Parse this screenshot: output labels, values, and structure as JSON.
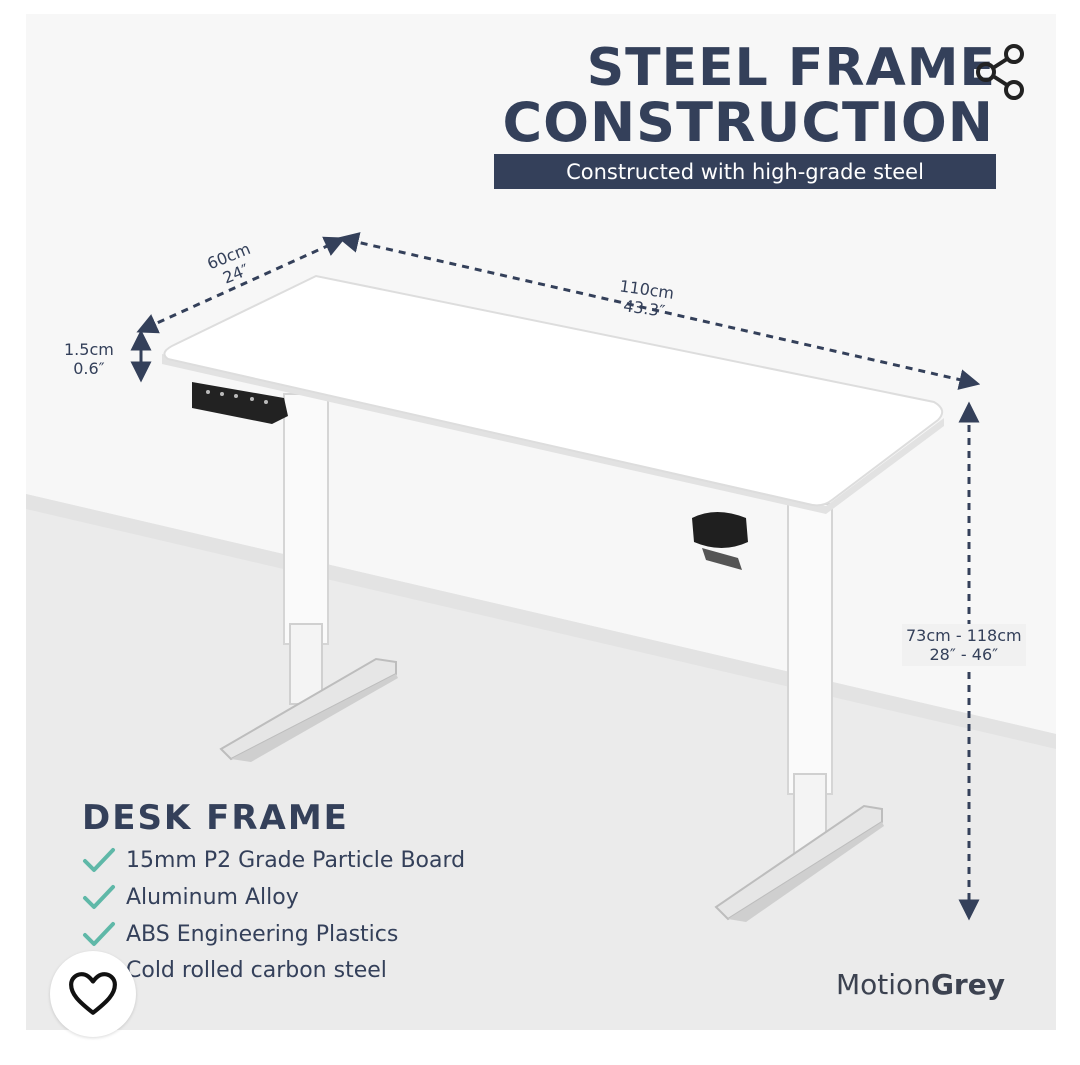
{
  "title_line1": "STEEL FRAME",
  "title_line2": "CONSTRUCTION",
  "banner": "Constructed with high-grade steel",
  "dimensions": {
    "depth_cm": "60cm",
    "depth_in": "24″",
    "width_cm": "110cm",
    "width_in": "43.3″",
    "thickness_cm": "1.5cm",
    "thickness_in": "0.6″",
    "height_cm": "73cm - 118cm",
    "height_in": "28″ - 46″"
  },
  "frame_heading": "DESK FRAME",
  "features": [
    "15mm P2 Grade Particle Board",
    "Aluminum Alloy",
    "ABS Engineering Plastics",
    "Cold rolled carbon steel"
  ],
  "brand": {
    "prefix": "Motion",
    "suffix": "Grey"
  },
  "colors": {
    "navy": "#34405a",
    "check_teal": "#5fb8a8",
    "background": "#f7f7f7"
  },
  "icons": {
    "share": "share-icon",
    "favorite": "heart-icon",
    "check": "check-icon"
  }
}
